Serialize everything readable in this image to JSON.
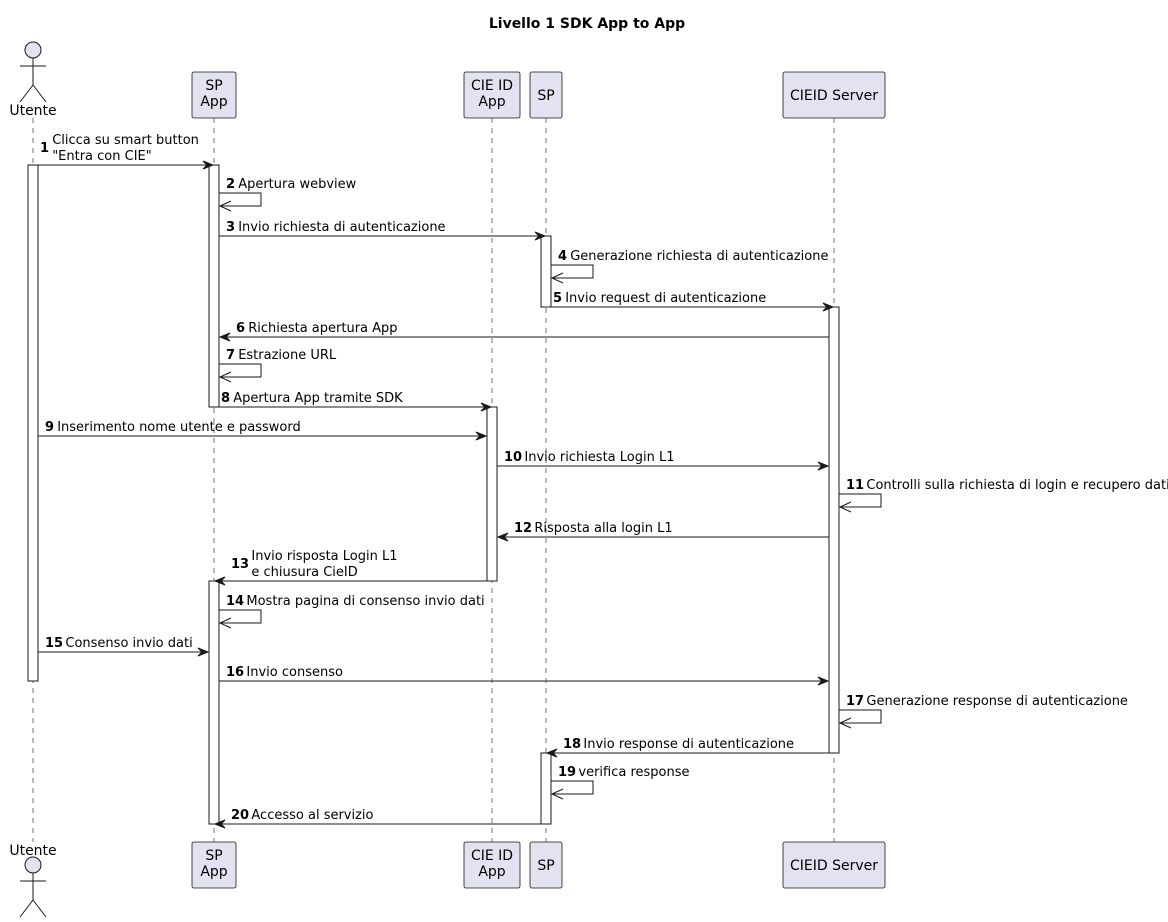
{
  "title": "Livello 1 SDK App to App",
  "participants": [
    {
      "id": "utente",
      "kind": "actor",
      "lines": [
        "Utente"
      ]
    },
    {
      "id": "spapp",
      "kind": "box",
      "lines": [
        "SP",
        "App"
      ]
    },
    {
      "id": "cieidapp",
      "kind": "box",
      "lines": [
        "CIE ID",
        "App"
      ]
    },
    {
      "id": "sp",
      "kind": "box",
      "lines": [
        "SP"
      ]
    },
    {
      "id": "cieidserver",
      "kind": "box",
      "lines": [
        "CIEID Server"
      ]
    }
  ],
  "messages": [
    {
      "num": "1",
      "from": "utente",
      "to": "spapp",
      "lines": [
        "Clicca su smart button",
        "\"Entra con CIE\""
      ]
    },
    {
      "num": "2",
      "from": "spapp",
      "to": "spapp",
      "lines": [
        "Apertura webview"
      ]
    },
    {
      "num": "3",
      "from": "spapp",
      "to": "sp",
      "lines": [
        "Invio richiesta di autenticazione"
      ]
    },
    {
      "num": "4",
      "from": "sp",
      "to": "sp",
      "lines": [
        "Generazione richiesta di autenticazione"
      ]
    },
    {
      "num": "5",
      "from": "sp",
      "to": "cieidserver",
      "lines": [
        "Invio request di autenticazione"
      ]
    },
    {
      "num": "6",
      "from": "cieidserver",
      "to": "spapp",
      "lines": [
        "Richiesta apertura App"
      ]
    },
    {
      "num": "7",
      "from": "spapp",
      "to": "spapp",
      "lines": [
        "Estrazione URL"
      ]
    },
    {
      "num": "8",
      "from": "spapp",
      "to": "cieidapp",
      "lines": [
        "Apertura App tramite SDK"
      ]
    },
    {
      "num": "9",
      "from": "utente",
      "to": "cieidapp",
      "lines": [
        "Inserimento nome utente e password"
      ]
    },
    {
      "num": "10",
      "from": "cieidapp",
      "to": "cieidserver",
      "lines": [
        "Invio richiesta Login L1"
      ]
    },
    {
      "num": "11",
      "from": "cieidserver",
      "to": "cieidserver",
      "lines": [
        "Controlli sulla richiesta di login e recupero dati"
      ]
    },
    {
      "num": "12",
      "from": "cieidserver",
      "to": "cieidapp",
      "lines": [
        "Risposta alla login L1"
      ]
    },
    {
      "num": "13",
      "from": "cieidapp",
      "to": "spapp",
      "lines": [
        "Invio risposta Login L1",
        "e chiusura CieID"
      ]
    },
    {
      "num": "14",
      "from": "spapp",
      "to": "spapp",
      "lines": [
        "Mostra pagina di consenso invio dati"
      ]
    },
    {
      "num": "15",
      "from": "utente",
      "to": "spapp",
      "lines": [
        "Consenso invio dati"
      ]
    },
    {
      "num": "16",
      "from": "spapp",
      "to": "cieidserver",
      "lines": [
        "Invio consenso"
      ]
    },
    {
      "num": "17",
      "from": "cieidserver",
      "to": "cieidserver",
      "lines": [
        "Generazione response di autenticazione"
      ]
    },
    {
      "num": "18",
      "from": "cieidserver",
      "to": "sp",
      "lines": [
        "Invio response di autenticazione"
      ]
    },
    {
      "num": "19",
      "from": "sp",
      "to": "sp",
      "lines": [
        "verifica response"
      ]
    },
    {
      "num": "20",
      "from": "sp",
      "to": "spapp",
      "lines": [
        "Accesso al servizio"
      ]
    }
  ],
  "colors": {
    "participant_fill": "#e2e2f0",
    "line": "#181818",
    "activation_fill": "#ffffff"
  }
}
